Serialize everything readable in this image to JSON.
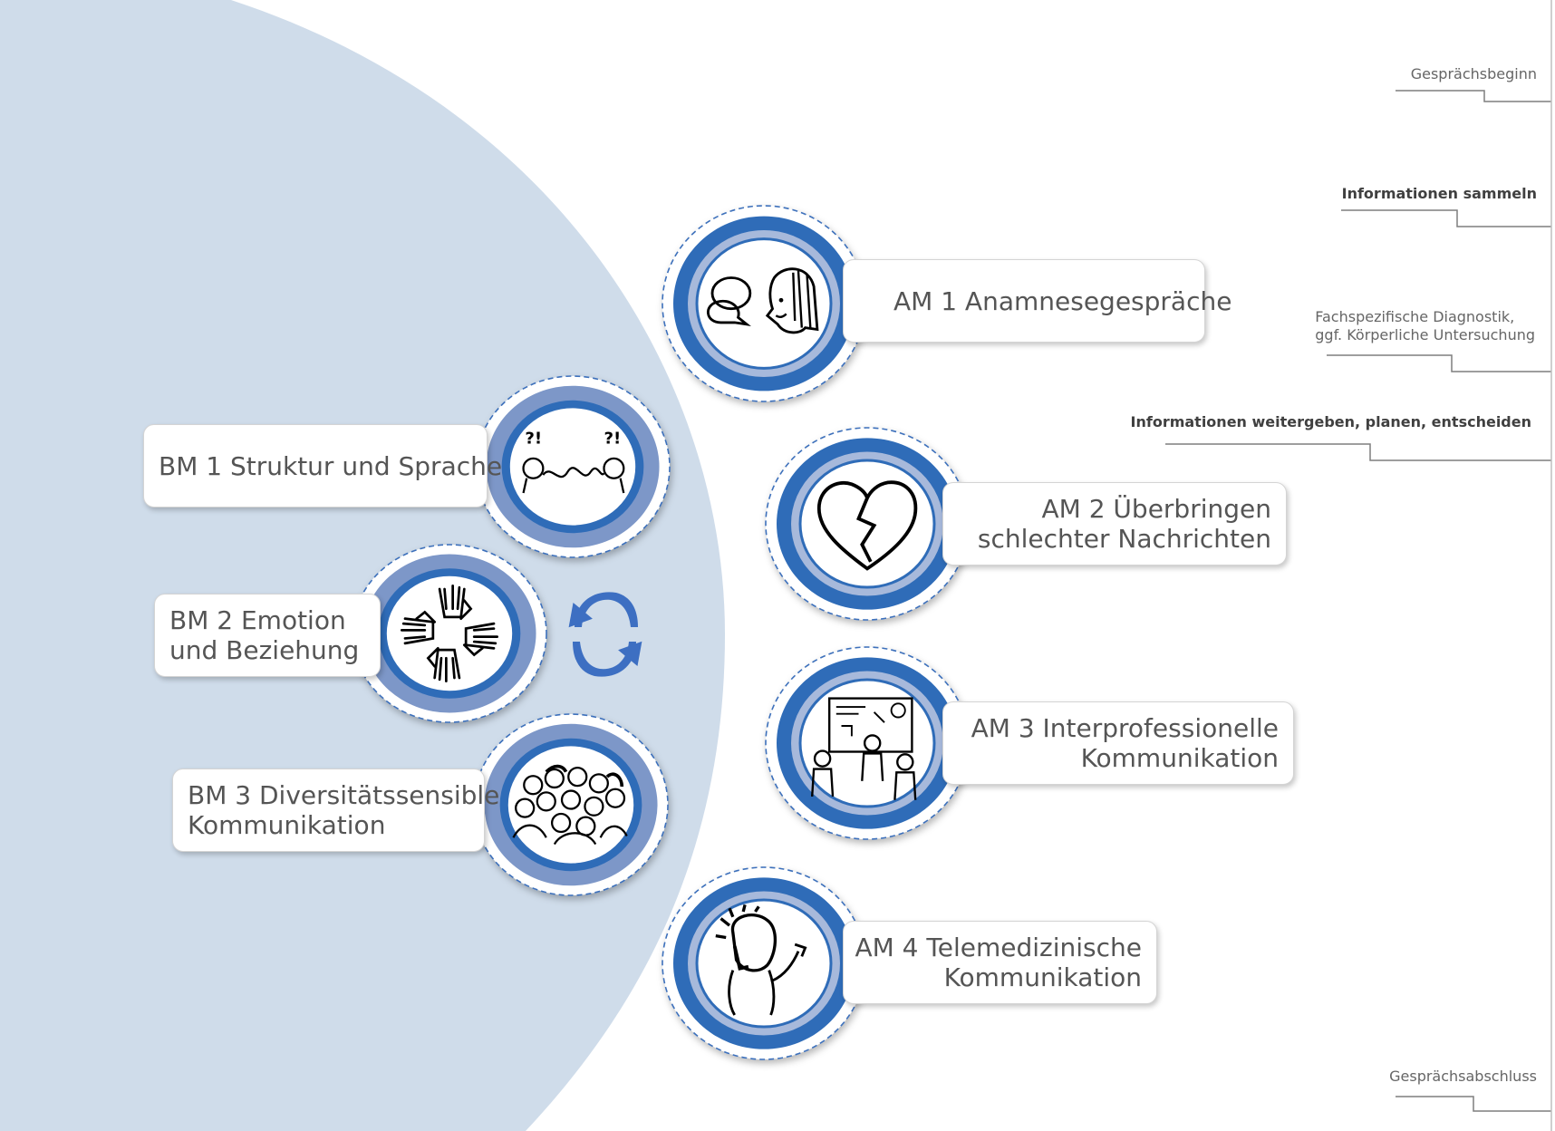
{
  "diagram": {
    "colors": {
      "background_circle": "#cfdcea",
      "ring_outer": "#7d97c8",
      "ring_mid": "#2f6cb8",
      "ring_light": "#a7b9db",
      "dash": "#3c70bb",
      "cycle_arrow": "#3d6fc2",
      "text": "#555555",
      "side_line": "#7f7f7f"
    },
    "basic_modules": [
      {
        "id": "bm1",
        "lines": [
          "BM 1 Struktur und Sprache"
        ],
        "icon": "confused-conversation-icon"
      },
      {
        "id": "bm2",
        "lines": [
          "BM 2 Emotion",
          "und Beziehung"
        ],
        "icon": "joined-hands-icon"
      },
      {
        "id": "bm3",
        "lines": [
          "BM 3 Diversitätssensible",
          "Kommunikation"
        ],
        "icon": "diverse-group-icon"
      }
    ],
    "advanced_modules": [
      {
        "id": "am1",
        "lines": [
          "AM 1 Anamnesegespräche"
        ],
        "icon": "speech-bubbles-person-icon"
      },
      {
        "id": "am2",
        "lines": [
          "AM 2 Überbringen",
          "schlechter Nachrichten"
        ],
        "icon": "broken-heart-icon"
      },
      {
        "id": "am3",
        "lines": [
          "AM 3 Interprofessionelle",
          "Kommunikation"
        ],
        "icon": "team-whiteboard-icon"
      },
      {
        "id": "am4",
        "lines": [
          "AM 4 Telemedizinische",
          "Kommunikation"
        ],
        "icon": "person-phone-icon"
      }
    ],
    "cycle_icon": "cycle-arrows-icon",
    "phases": [
      {
        "lines": [
          "Gesprächsbeginn"
        ],
        "bold": false
      },
      {
        "lines": [
          "Informationen sammeln"
        ],
        "bold": true
      },
      {
        "lines": [
          "Fachspezifische Diagnostik,",
          "ggf. Körperliche Untersuchung"
        ],
        "bold": false
      },
      {
        "lines": [
          "Informationen weitergeben, planen, entscheiden"
        ],
        "bold": true
      },
      {
        "lines": [
          "Gesprächsabschluss"
        ],
        "bold": false
      }
    ]
  }
}
